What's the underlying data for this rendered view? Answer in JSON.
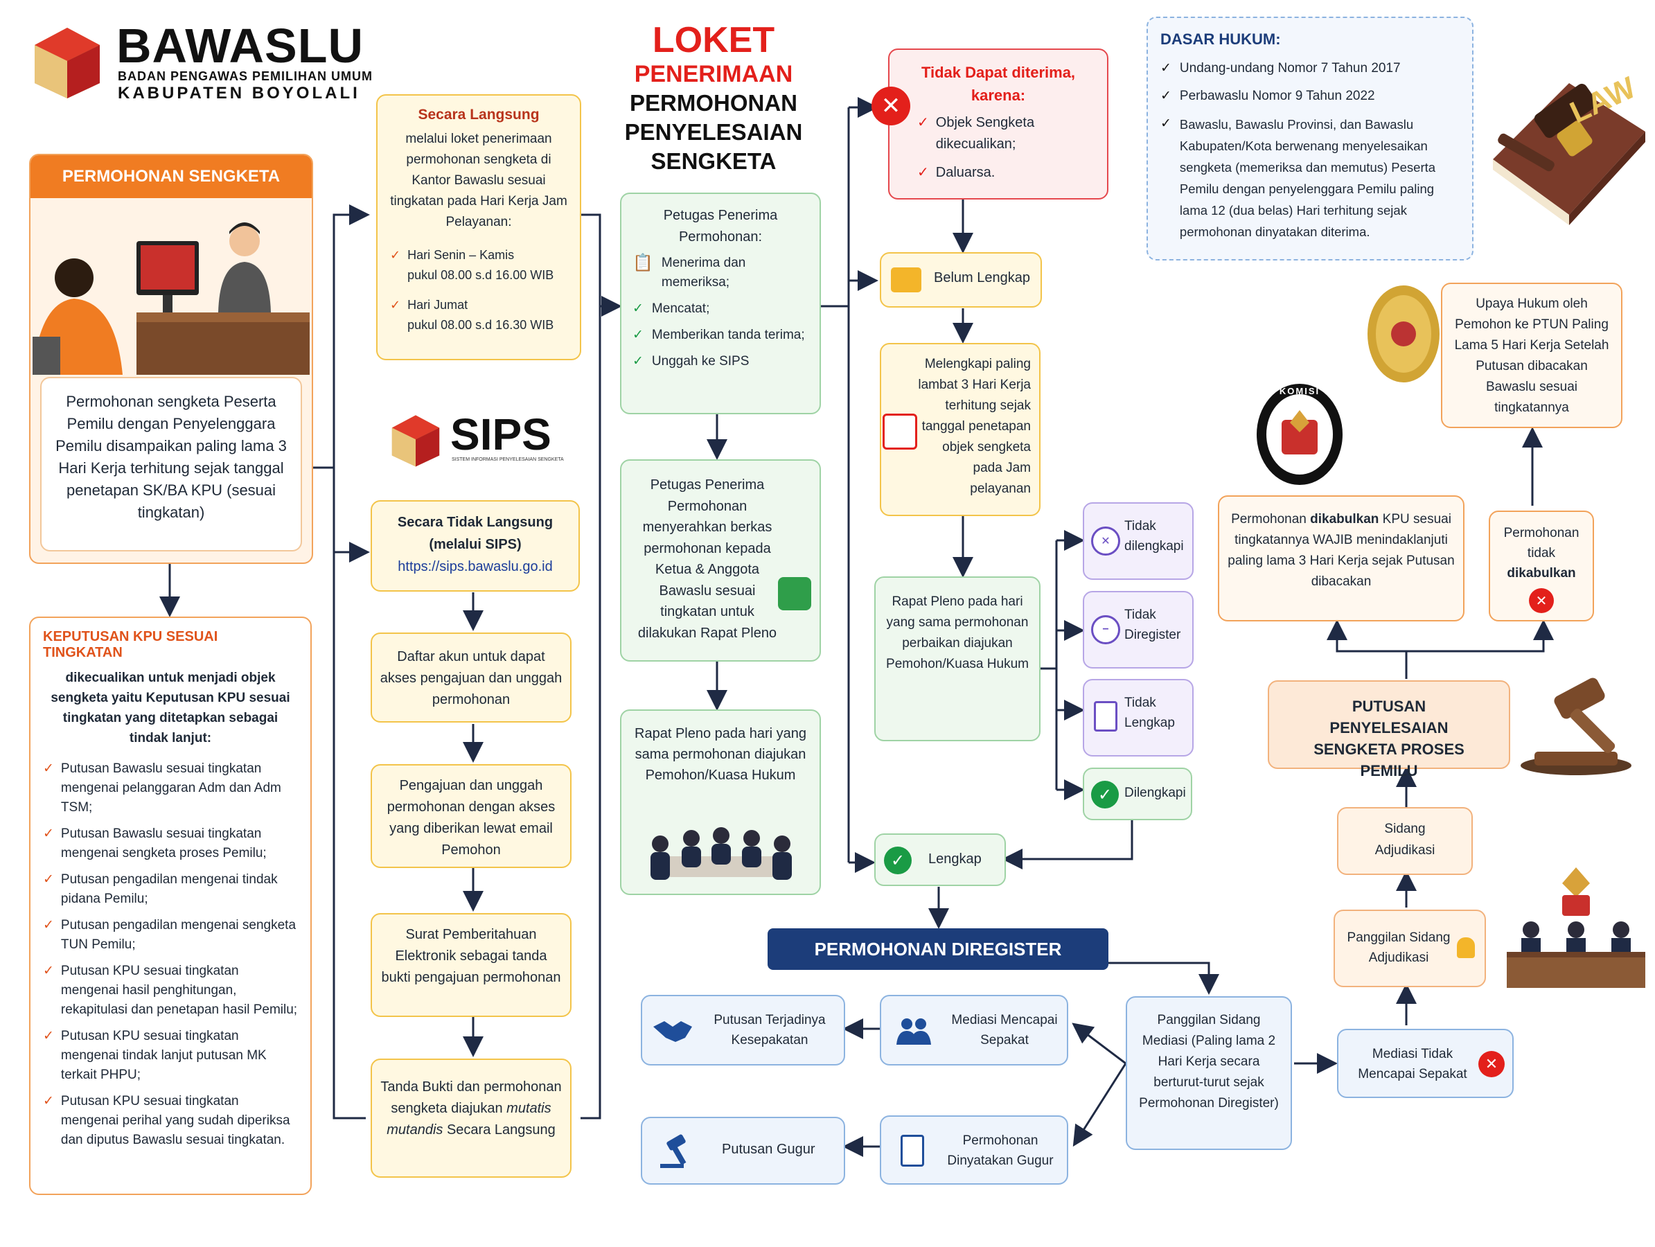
{
  "brand": {
    "name": "BAWASLU",
    "subtitle1": "BADAN PENGAWAS PEMILIHAN UMUM",
    "subtitle2": "KABUPATEN BOYOLALI"
  },
  "main_title": {
    "line1": "LOKET",
    "line2": "PENERIMAAN",
    "line3": "PERMOHONAN",
    "line4": "PENYELESAIAN",
    "line5": "SENGKETA"
  },
  "permohonan": {
    "header": "PERMOHONAN SENGKETA",
    "body": "Permohonan sengketa Peserta Pemilu dengan Penyelenggara Pemilu disampaikan paling lama 3 Hari Kerja terhitung sejak tanggal penetapan SK/BA KPU (sesuai tingkatan)"
  },
  "keputusan": {
    "title": "KEPUTUSAN KPU SESUAI TINGKATAN",
    "intro": "dikecualikan untuk menjadi objek sengketa yaitu Keputusan KPU sesuai tingkatan yang ditetapkan sebagai tindak lanjut:",
    "items": [
      "Putusan Bawaslu sesuai tingkatan mengenai pelanggaran Adm dan Adm TSM;",
      "Putusan Bawaslu sesuai tingkatan mengenai sengketa proses Pemilu;",
      "Putusan pengadilan mengenai tindak pidana Pemilu;",
      "Putusan pengadilan mengenai sengketa TUN Pemilu;",
      "Putusan KPU sesuai tingkatan mengenai hasil penghitungan, rekapitulasi dan penetapan hasil Pemilu;",
      "Putusan KPU sesuai tingkatan mengenai tindak lanjut putusan MK terkait PHPU;",
      "Putusan KPU sesuai tingkatan mengenai perihal yang sudah diperiksa dan diputus Bawaslu sesuai tingkatan."
    ]
  },
  "langsung": {
    "title": "Secara Langsung",
    "body": "melalui loket penerimaan permohonan sengketa di Kantor Bawaslu sesuai tingkatan pada Hari Kerja Jam Pelayanan:",
    "items": [
      {
        "day": "Hari Senin – Kamis",
        "time": "pukul 08.00 s.d 16.00 WIB"
      },
      {
        "day": "Hari Jumat",
        "time": "pukul 08.00 s.d 16.30 WIB"
      }
    ]
  },
  "sips": {
    "logo": "SIPS",
    "logo_sub": "SISTEM INFORMASI PENYELESAIAN SENGKETA",
    "tidak_langsung": "Secara Tidak Langsung (melalui SIPS)",
    "url": "https://sips.bawaslu.go.id",
    "steps": [
      "Daftar akun untuk dapat akses pengajuan dan unggah permohonan",
      "Pengajuan dan unggah permohonan dengan akses yang diberikan lewat email Pemohon",
      "Surat Pemberitahuan Elektronik sebagai tanda bukti pengajuan permohonan"
    ],
    "final_pre": "Tanda Bukti dan permohonan sengketa diajukan ",
    "final_italic": "mutatis mutandis",
    "final_post": " Secara Langsung"
  },
  "petugas": {
    "title": "Petugas Penerima Permohonan:",
    "items": [
      "Menerima dan memeriksa;",
      "Mencatat;",
      "Memberikan tanda terima;",
      "Unggah ke SIPS"
    ],
    "serah": "Petugas Penerima Permohonan menyerahkan berkas permohonan kepada Ketua & Anggota Bawaslu sesuai tingkatan untuk dilakukan Rapat Pleno",
    "rapat": "Rapat Pleno pada hari yang sama permohonan diajukan Pemohon/Kuasa Hukum"
  },
  "tidak_diterima": {
    "title": "Tidak Dapat diterima, karena:",
    "items": [
      "Objek Sengketa dikecualikan;",
      "Daluarsa."
    ]
  },
  "belum_lengkap": "Belum Lengkap",
  "melengkapi": "Melengkapi paling lambat 3 Hari Kerja terhitung sejak tanggal penetapan objek sengketa pada Jam pelayanan",
  "rapat_perbaikan": "Rapat Pleno pada hari yang sama permohonan perbaikan diajukan Pemohon/Kuasa Hukum",
  "status": {
    "tidak_dilengkapi": "Tidak dilengkapi",
    "tidak_diregister": "Tidak Diregister",
    "tidak_lengkap": "Tidak Lengkap",
    "dilengkapi": "Dilengkapi"
  },
  "lengkap": "Lengkap",
  "diregister": "PERMOHONAN DIREGISTER",
  "mediasi": {
    "panggilan": "Panggilan Sidang Mediasi (Paling lama 2 Hari Kerja secara berturut-turut sejak Permohonan Diregister)",
    "mencapai": "Mediasi Mencapai Sepakat",
    "kesepakatan": "Putusan Terjadinya Kesepakatan",
    "gugur": "Permohonan Dinyatakan Gugur",
    "putusan_gugur": "Putusan Gugur",
    "tidak": "Mediasi Tidak Mencapai Sepakat"
  },
  "adjudikasi": {
    "panggilan": "Panggilan Sidang Adjudikasi",
    "sidang": "Sidang Adjudikasi",
    "putusan": "PUTUSAN PENYELESAIAN SENGKETA PROSES PEMILU"
  },
  "hasil": {
    "dikabulkan_pre": "Permohonan ",
    "dikabulkan_bold": "dikabulkan",
    "dikabulkan_post": " KPU sesuai tingkatannya WAJIB menindaklanjuti paling lama 3 Hari Kerja sejak Putusan dibacakan",
    "tidak_pre": "Permohonan tidak",
    "tidak_bold": "dikabulkan",
    "upaya": "Upaya Hukum oleh Pemohon ke PTUN Paling Lama 5 Hari Kerja Setelah Putusan dibacakan Bawaslu sesuai tingkatannya"
  },
  "dasar_hukum": {
    "title": "DASAR HUKUM:",
    "items": [
      "Undang-undang Nomor 7 Tahun 2017",
      "Perbawaslu Nomor 9 Tahun 2022",
      "Bawaslu, Bawaslu Provinsi, dan Bawaslu Kabupaten/Kota berwenang menyelesaikan sengketa (memeriksa dan memutus) Peserta Pemilu dengan penyelenggara Pemilu paling lama 12 (dua belas) Hari terhitung sejak permohonan dinyatakan diterima."
    ]
  },
  "law_label": "LAW",
  "kpu_label": "KOMISI",
  "colors": {
    "orange": "#f07c22",
    "red": "#e3201b",
    "navy": "#1c3d7a"
  }
}
